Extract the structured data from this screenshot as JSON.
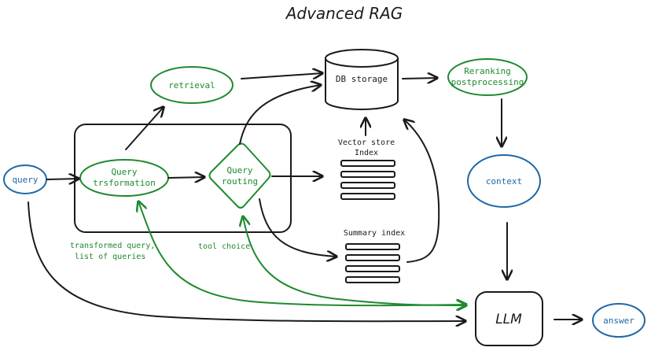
{
  "title": "Advanced RAG",
  "colors": {
    "ink": "#1a1a1a",
    "green": "#1e8a2e",
    "blue": "#1f67a6"
  },
  "nodes": {
    "query": "query",
    "query_transformation": [
      "Query",
      "trsformation"
    ],
    "retrieval": "retrieval",
    "query_routing": [
      "Query",
      "routing"
    ],
    "db_storage": "DB storage",
    "reranking": [
      "Reranking",
      "postprocessing"
    ],
    "context": "context",
    "vector_store_index": [
      "Vector store",
      "Index"
    ],
    "summary_index": "Summary index",
    "llm": "LLM",
    "answer": "answer"
  },
  "annotations": {
    "transformed_query": [
      "transformed query,",
      "list of queries"
    ],
    "tool_choice": "tool choice"
  }
}
